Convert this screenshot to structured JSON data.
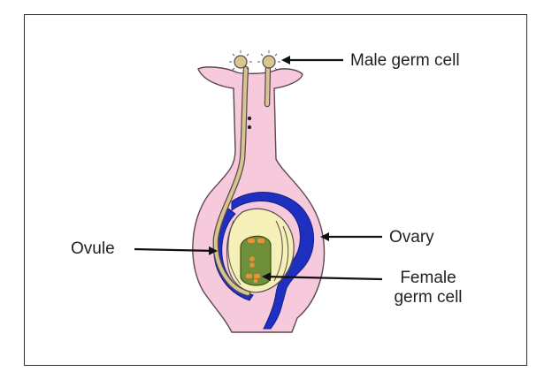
{
  "labels": {
    "male_germ_cell": "Male germ cell",
    "ovule": "Ovule",
    "ovary": "Ovary",
    "female_germ_cell_line1": "Female",
    "female_germ_cell_line2": "germ cell"
  },
  "colors": {
    "pistil_fill": "#f6c9dc",
    "pistil_stroke": "#5a4a50",
    "pollen_tube": "#d7c58f",
    "ovary_wall": "#1f2fbf",
    "ovule_fill": "#f4f0b8",
    "embryo_sac": "#6f8f3a",
    "nucleus": "#e8923c",
    "arrow": "#111111",
    "frame": "#333333"
  }
}
